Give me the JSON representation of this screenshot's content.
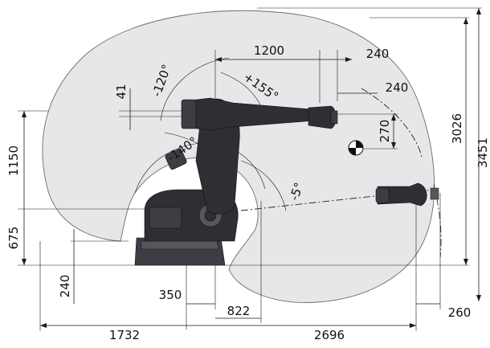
{
  "diagram": {
    "labels": {
      "d1200": "1200",
      "d240_top": "240",
      "d240_mid": "240",
      "d41": "41",
      "a_m120": "-120°",
      "a_p155": "+155°",
      "a_m140": "-140°",
      "a_m5": "-5°",
      "d270": "270",
      "d3026": "3026",
      "d3451": "3451",
      "d1150": "1150",
      "d675": "675",
      "d240_left": "240",
      "d350": "350",
      "d822": "822",
      "d260": "260",
      "d1732": "1732",
      "d2696": "2696"
    },
    "colors": {
      "envelope_fill": "#e6e7e9",
      "robot": "#2e2f33",
      "lines": "#1a1a1a"
    }
  }
}
